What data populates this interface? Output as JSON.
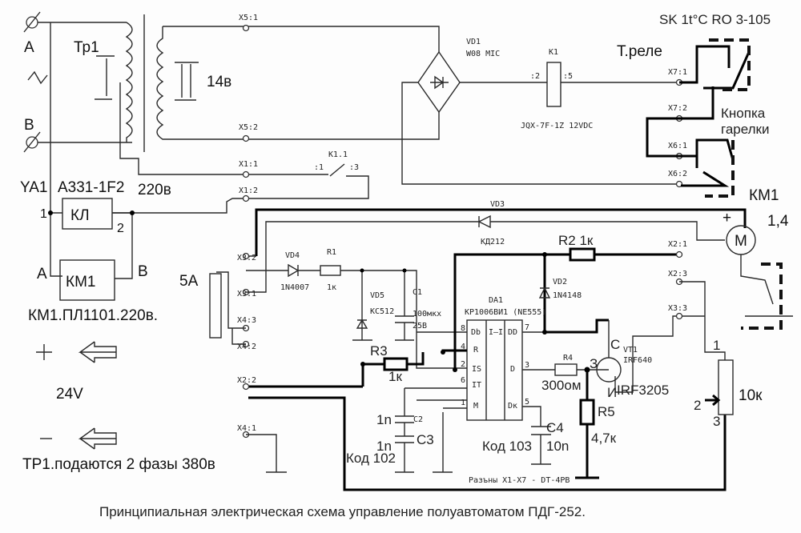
{
  "caption": "Принципиальная электрическая схема  управление  полуавтоматом ПДГ-252.",
  "labels": {
    "phase_a": "A",
    "phase_b": "B",
    "tr1": "Тр1",
    "v14": "14в",
    "v220": "220в",
    "ya1": "YA1",
    "ya1_part": "А331-1F2",
    "kl": "КЛ",
    "kl_pin1": "1",
    "kl_pin2": "2",
    "km1": "КМ1",
    "km1_a": "A",
    "km1_b": "B",
    "km1_part": "КМ1.ПЛ1101.220в.",
    "fuse": "5А",
    "v24": "24V",
    "tr1_note": "ТР1.подаются 2 фазы 380в",
    "x5_1": "X5:1",
    "x5_2": "X5:2",
    "x1_1": "X1:1",
    "x1_2": "X1:2",
    "k11": "K1.1",
    "k11_p1": ":1",
    "k11_p3": ":3",
    "vd1": "VD1",
    "vd1_part": "W08 MIC",
    "k1": "K1",
    "k1_p2": ":2",
    "k1_p5": ":5",
    "k1_part": "JQX-7F-1Z 12VDC",
    "sk": "SK 1t°C  RO 3-105",
    "trele": "Т.реле",
    "button": "Кнопка",
    "button2": "гарелки",
    "km1_right": "КМ1",
    "x7_1": "X7:1",
    "x7_2": "X7:2",
    "x6_1": "X6:1",
    "x6_2": "X6:2",
    "vd3": "VD3",
    "vd3_part": "КД212",
    "x3_2": "X3:2",
    "x3_1": "X3:1",
    "x4_3": "X4:3",
    "x4_2": "X4:2",
    "x2_2": "X2:2",
    "x4_1": "X4:1",
    "vd4": "VD4",
    "vd4_part": "1N4007",
    "r1": "R1",
    "r1_val": "1к",
    "vd5": "VD5",
    "vd5_part": "КС512",
    "c1": "C1",
    "c1_val": "100мкх",
    "c1_v": "25В",
    "r2": "R2  1к",
    "vd2": "VD2",
    "vd2_part": "1N4148",
    "da1": "DA1",
    "da1_part": "КР1006ВИ1  (NE555)",
    "pin8": "8",
    "pin4": "4",
    "pin2": "2",
    "pin6": "6",
    "pin1": "1",
    "pin7": "7",
    "pin3": "3",
    "pin5": "5",
    "p_db": "Db",
    "p_r": "R",
    "p_is": "IS",
    "p_it": "IT",
    "p_m": "M",
    "p_dd": "DD",
    "p_d": "D",
    "p_dk": "Dк",
    "p_mid": "I—I",
    "r3": "R3",
    "r3_val": "1к",
    "c2": "C2",
    "c2_val": "1n",
    "c3": "C3",
    "c3_val": "1n",
    "kod102": "Код 102",
    "r4": "R4",
    "r4_val": "300ом",
    "c4": "C4",
    "c4_val": "10n",
    "kod103": "Код 103",
    "r5": "R5",
    "r5_val": "4,7к",
    "vt1": "VT1",
    "vt1_part": "IRF640",
    "vt1_alt": "IRF3205",
    "vt1_g": "З",
    "vt1_d": "С",
    "vt1_s": "И",
    "connectors": "Разъны X1-X7  -  DT-4PB",
    "x2_1": "X2:1",
    "x2_3": "X2:3",
    "x3_3": "X3:3",
    "motor": "M",
    "motor_pins": "1,4",
    "pot": "10к",
    "pot1": "1",
    "pot2": "2",
    "pot3": "3",
    "plus": "+"
  }
}
